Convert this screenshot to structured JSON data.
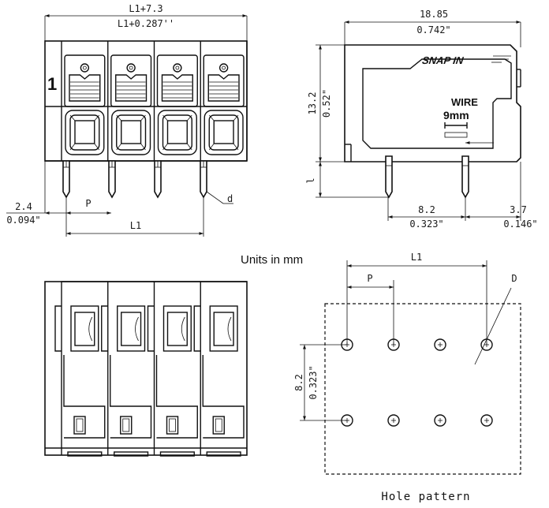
{
  "units_note": "Units in mm",
  "hole_pattern_caption": "Hole pattern",
  "front_view": {
    "dim_top_mm": "L1+7.3",
    "dim_top_in": "L1+0.287''",
    "pin_one_label": "1",
    "dim_left_mm": "2.4",
    "dim_left_in": "0.094\"",
    "pitch_label": "P",
    "length_label": "L1",
    "pin_diameter_label": "d",
    "pole_count": 4
  },
  "side_view": {
    "dim_width_mm": "18.85",
    "dim_width_in": "0.742\"",
    "dim_height_mm": "13.2",
    "dim_height_in": "0.52\"",
    "dim_pin_label": "l",
    "dim_spacing_mm": "8.2",
    "dim_spacing_in": "0.323\"",
    "dim_offset_mm": "3.7",
    "dim_offset_in": "0.146\"",
    "logo_text": "SNAP IN",
    "wire_label": "WIRE",
    "strip_label": "9mm"
  },
  "hole_pattern": {
    "length_label": "L1",
    "pitch_label": "P",
    "diameter_label": "D",
    "row_spacing_mm": "8.2",
    "row_spacing_in": "0.323\"",
    "columns": 4,
    "rows": 2
  },
  "colors": {
    "line": "#111111",
    "background": "#ffffff"
  }
}
